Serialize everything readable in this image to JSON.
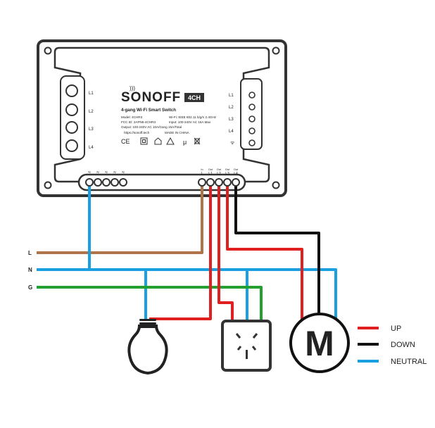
{
  "device": {
    "brand": "SONOFF",
    "badge": "4CH",
    "product": "4-gang Wi-Fi Smart Switch",
    "model": "Model: 4CHR3",
    "fcc": "FCC ID: 2APN5-4CHR3",
    "output": "Output: 100-240V AC 10A/Gang 15A/Total",
    "wifi": "Wi-Fi: IEEE 802.11 b/g/n 2.4GHz",
    "input": "Input: 100-240V AC 16A Max",
    "url": "https://sonoff.tech",
    "made": "MADE IN CHINA",
    "left_buttons": [
      "L1",
      "L2",
      "L3",
      "L4"
    ],
    "right_leds": [
      "L1",
      "L2",
      "L3",
      "L4"
    ],
    "bottom_n_labels": [
      "N",
      "N",
      "N",
      "N",
      "N"
    ],
    "terminal_top": [
      "In",
      "Out",
      "Out",
      "Out",
      "Out"
    ],
    "terminal_bottom": [
      "L",
      "L1",
      "L2",
      "L3",
      "L4"
    ]
  },
  "mains": {
    "L": "L",
    "N": "N",
    "G": "G"
  },
  "loads": {
    "motor_symbol": "M"
  },
  "legend": [
    {
      "label": "UP",
      "color": "#e02020"
    },
    {
      "label": "DOWN",
      "color": "#111111"
    },
    {
      "label": "NEUTRAL",
      "color": "#1aa0e0"
    }
  ],
  "colors": {
    "live": "#b0744a",
    "neutral": "#1aa0e0",
    "ground": "#22a032",
    "red": "#e02020",
    "black": "#111111"
  }
}
